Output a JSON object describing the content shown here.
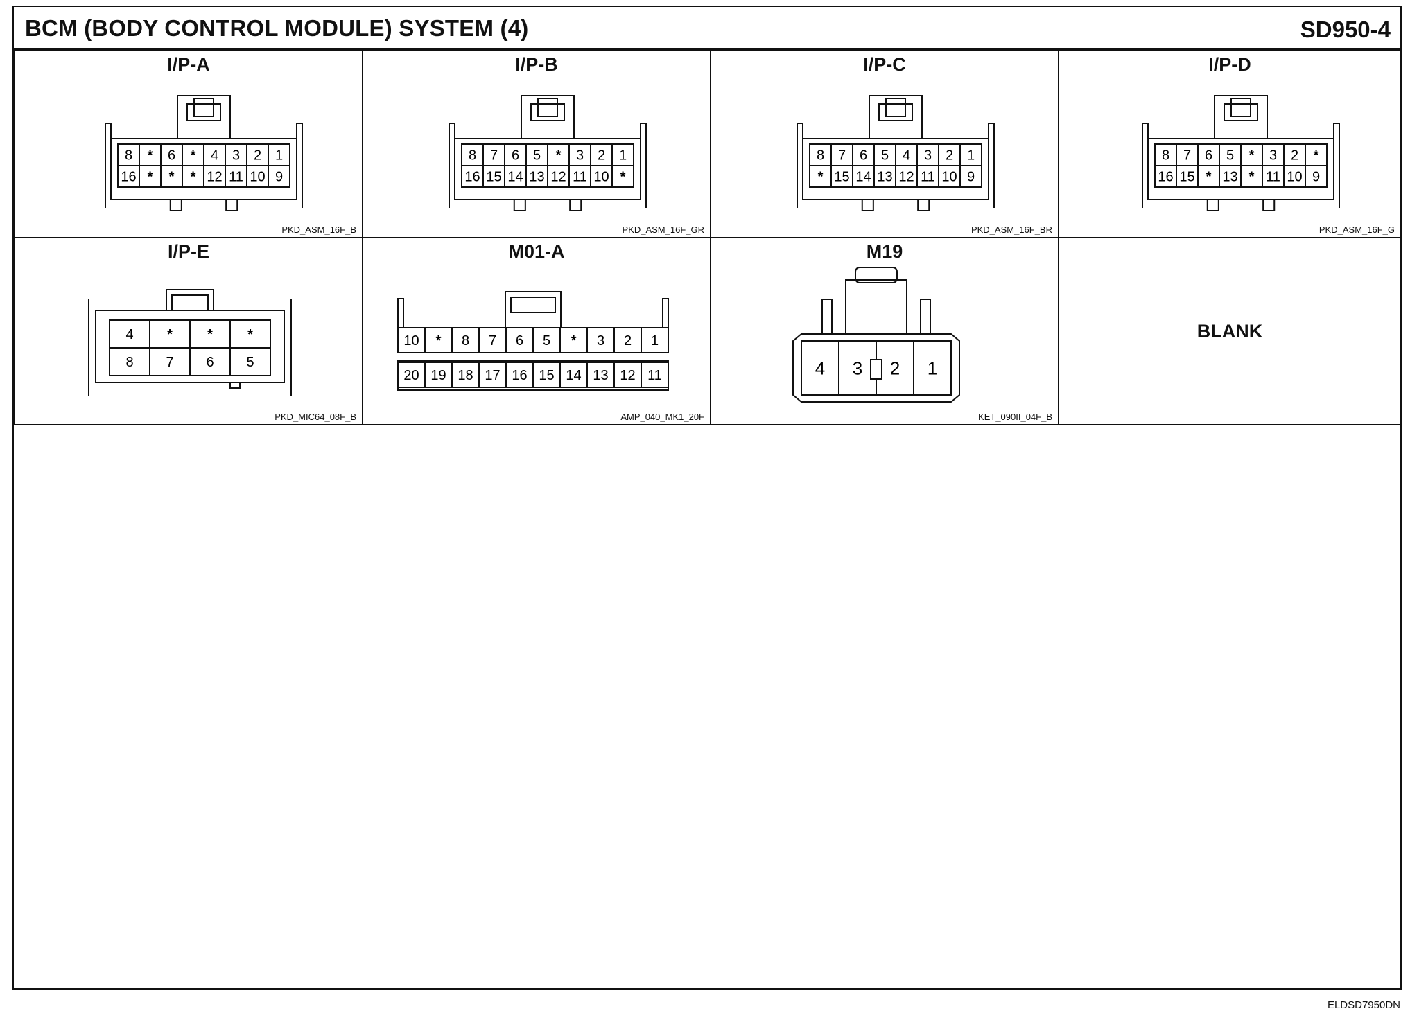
{
  "header": {
    "title": "BCM (BODY CONTROL MODULE) SYSTEM (4)",
    "code": "SD950-4"
  },
  "footer": {
    "ref": "ELDSD7950DN"
  },
  "connectors": [
    {
      "id": "ipa",
      "name": "I/P-A",
      "part": "PKD_ASM_16F_B",
      "rows": [
        [
          "8",
          "*",
          "6",
          "*",
          "4",
          "3",
          "2",
          "1"
        ],
        [
          "16",
          "*",
          "*",
          "*",
          "12",
          "11",
          "10",
          "9"
        ]
      ]
    },
    {
      "id": "ipb",
      "name": "I/P-B",
      "part": "PKD_ASM_16F_GR",
      "rows": [
        [
          "8",
          "7",
          "6",
          "5",
          "*",
          "3",
          "2",
          "1"
        ],
        [
          "16",
          "15",
          "14",
          "13",
          "12",
          "11",
          "10",
          "*"
        ]
      ]
    },
    {
      "id": "ipc",
      "name": "I/P-C",
      "part": "PKD_ASM_16F_BR",
      "rows": [
        [
          "8",
          "7",
          "6",
          "5",
          "4",
          "3",
          "2",
          "1"
        ],
        [
          "*",
          "15",
          "14",
          "13",
          "12",
          "11",
          "10",
          "9"
        ]
      ]
    },
    {
      "id": "ipd",
      "name": "I/P-D",
      "part": "PKD_ASM_16F_G",
      "rows": [
        [
          "8",
          "7",
          "6",
          "5",
          "*",
          "3",
          "2",
          "*"
        ],
        [
          "16",
          "15",
          "*",
          "13",
          "*",
          "11",
          "10",
          "9"
        ]
      ]
    },
    {
      "id": "ipe",
      "name": "I/P-E",
      "part": "PKD_MIC64_08F_B",
      "rows": [
        [
          "4",
          "*",
          "*",
          "*"
        ],
        [
          "8",
          "7",
          "6",
          "5"
        ]
      ]
    },
    {
      "id": "m01a",
      "name": "M01-A",
      "part": "AMP_040_MK1_20F",
      "rows": [
        [
          "10",
          "*",
          "8",
          "7",
          "6",
          "5",
          "*",
          "3",
          "2",
          "1"
        ],
        [
          "20",
          "19",
          "18",
          "17",
          "16",
          "15",
          "14",
          "13",
          "12",
          "11"
        ]
      ]
    },
    {
      "id": "m19",
      "name": "M19",
      "part": "KET_090II_04F_B",
      "rows": [
        [
          "4",
          "3",
          "2",
          "1"
        ]
      ]
    }
  ],
  "blank_cell": {
    "label": "BLANK"
  }
}
